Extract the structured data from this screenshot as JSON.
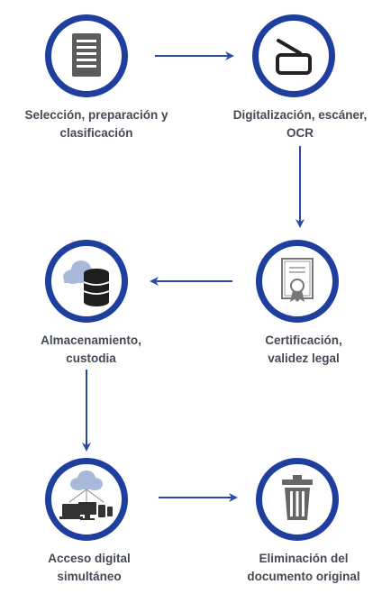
{
  "steps": [
    {
      "line1": "Selección, preparación y",
      "line2": "clasificación",
      "icon": "document-icon"
    },
    {
      "line1": "Digitalización, escáner,",
      "line2": "OCR",
      "icon": "scanner-icon"
    },
    {
      "line1": "Certificación,",
      "line2": "validez legal",
      "icon": "certificate-icon"
    },
    {
      "line1": "Almacenamiento,",
      "line2": "custodia",
      "icon": "cloud-database-icon"
    },
    {
      "line1": "Acceso digital",
      "line2": "simultáneo",
      "icon": "cloud-devices-icon"
    },
    {
      "line1": "Eliminación del",
      "line2": "documento original",
      "icon": "trash-icon"
    }
  ],
  "colors": {
    "ring": "#1f3f9e",
    "arrow": "#2a4aa8",
    "icon_fill": "#5c5c5c",
    "text": "#444a55"
  }
}
